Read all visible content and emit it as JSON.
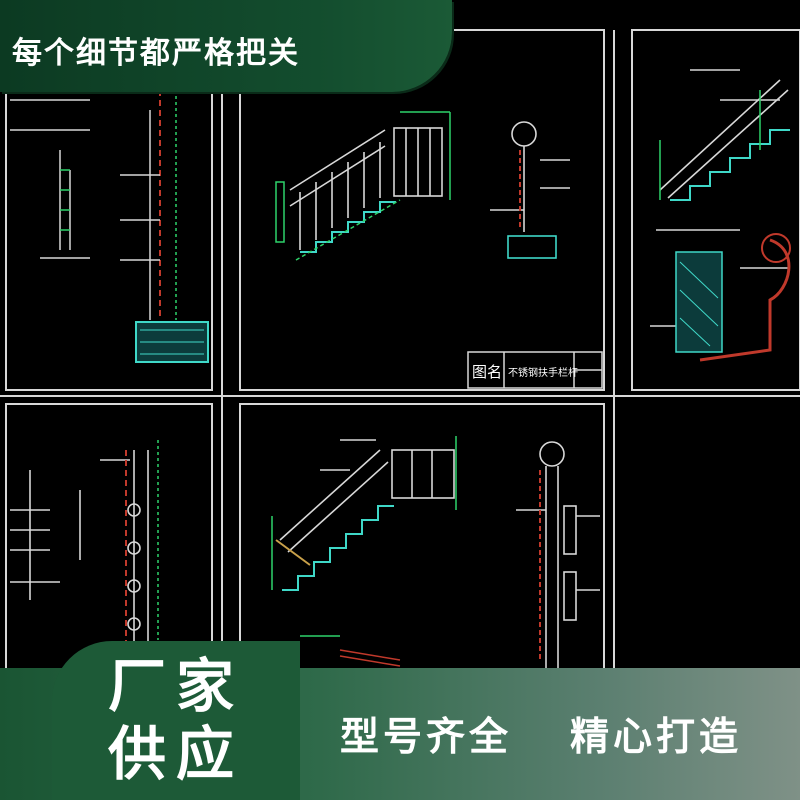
{
  "banner": {
    "text": "每个细节都严格把关"
  },
  "badge": {
    "line1": "厂家",
    "line2": "供应"
  },
  "slogans": [
    "型号齐全",
    "精心打造"
  ],
  "drawing": {
    "title_label": "图名",
    "title_value": "不锈钢扶手栏杆"
  },
  "colors": {
    "banner_green": "#134d2e",
    "badge_green": "#1d5a37",
    "cad_frame": "#d8d8d8",
    "cad_green": "#2ed36a",
    "cad_cyan": "#3fd8c8",
    "cad_red": "#c0392b"
  }
}
